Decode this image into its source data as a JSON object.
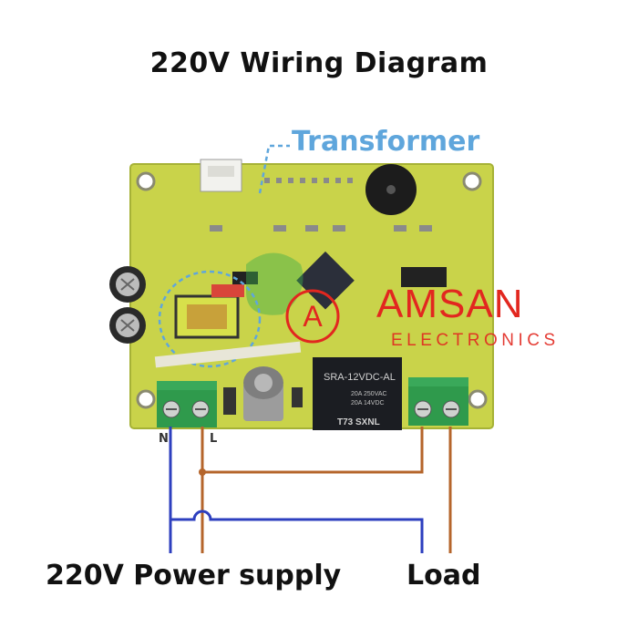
{
  "title": "220V Wiring Diagram",
  "labels": {
    "transformer": "Transformer",
    "power_supply": "220V Power supply",
    "load": "Load",
    "terminal_n": "N",
    "terminal_l": "L"
  },
  "watermark": {
    "name": "AMSAN",
    "sub": "ELECTRONICS",
    "logo_letter": "A",
    "color": "#e2271f"
  },
  "relay": {
    "line1": "SRA-12VDC-AL",
    "line2": "20A 250VAC",
    "line3": "20A 14VDC",
    "brand": "T73 SXNL"
  },
  "colors": {
    "board": "#c9d34a",
    "terminal": "#2f9a4c",
    "wire_neutral": "#2d3fbf",
    "wire_live": "#b5652b",
    "transformer_callout": "#5fa6dc"
  }
}
